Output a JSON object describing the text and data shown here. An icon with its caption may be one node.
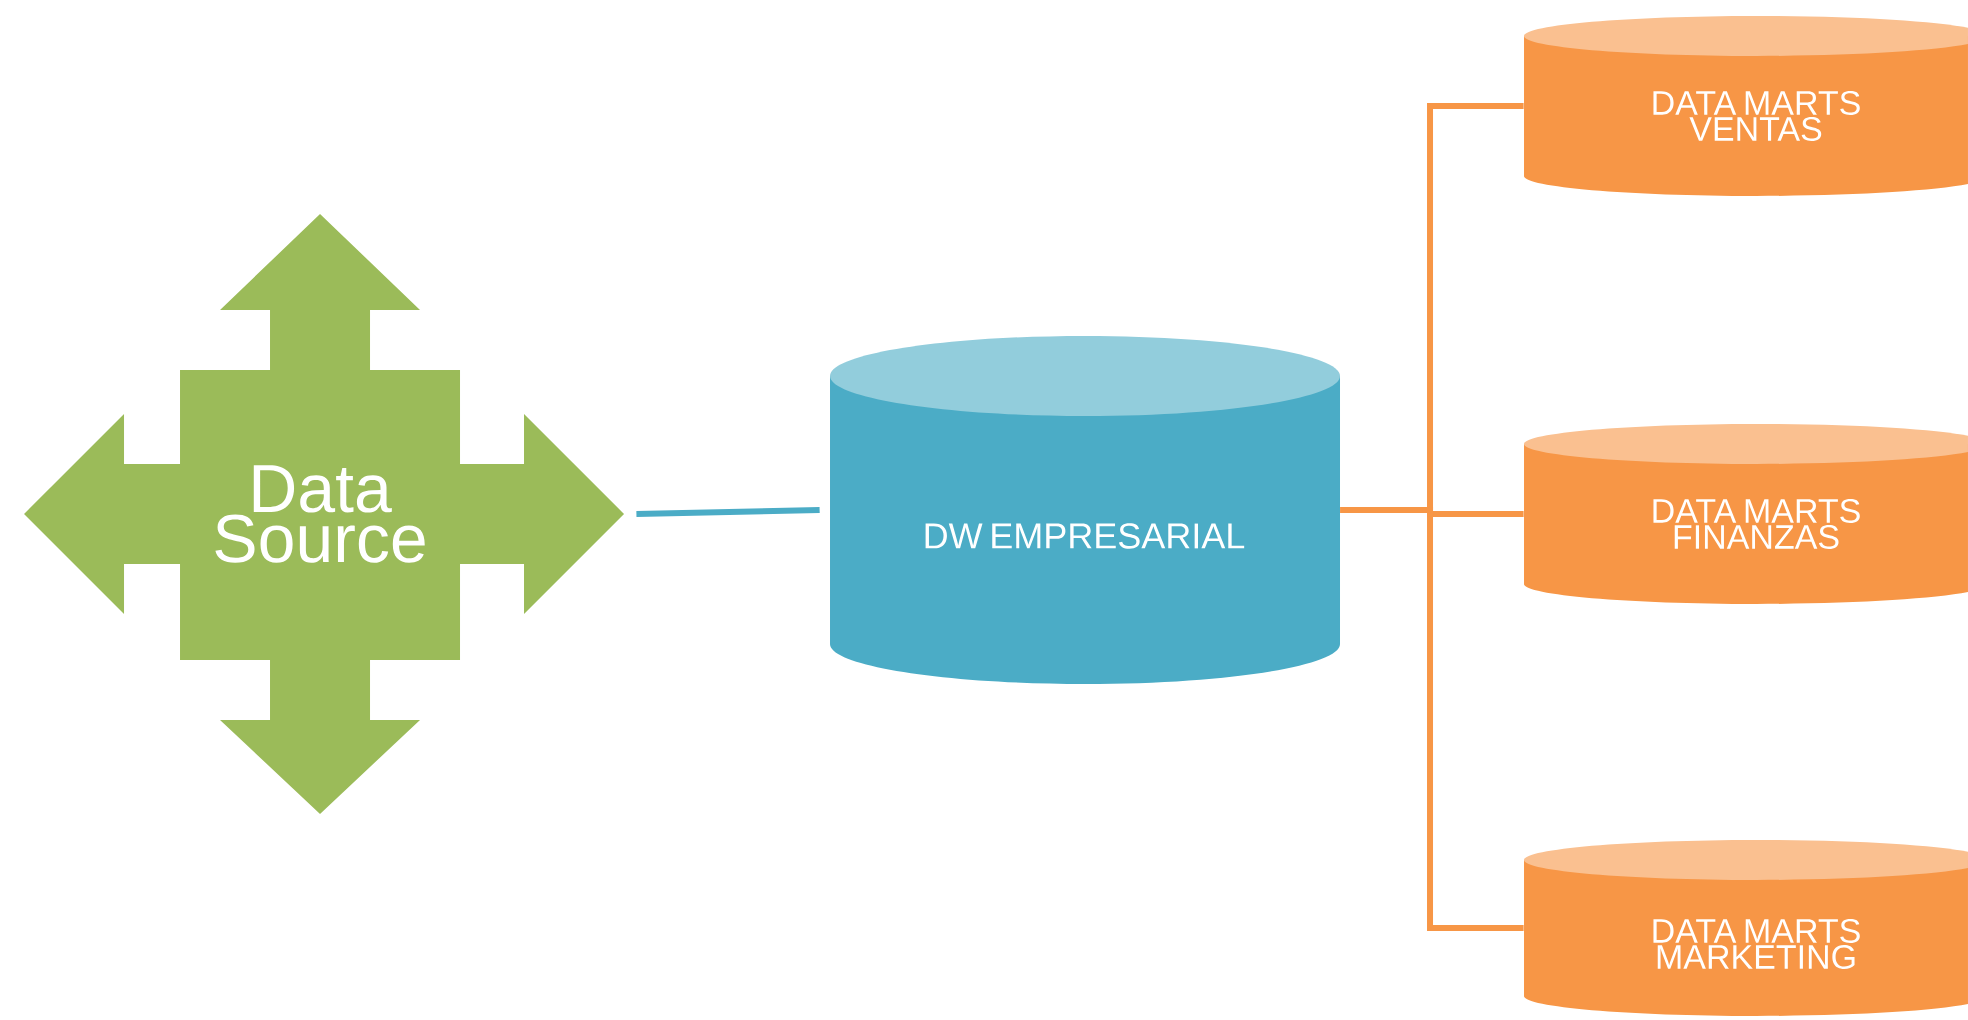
{
  "diagram": {
    "nodes": [
      {
        "text": [
          "Data Source"
        ]
      },
      {
        "text": [
          "DW EMPRESARIAL"
        ]
      },
      {
        "text": [
          "DATA MARTS VENTAS"
        ]
      },
      {
        "text": [
          "DATA MARTS FINANZAS"
        ]
      },
      {
        "text": [
          "DATA MARTS MARKETING"
        ]
      }
    ],
    "edges": [
      {
        "from": 0,
        "to": 1,
        "arrow": "none",
        "color": "#4bacc6"
      },
      {
        "from": 1,
        "to": 2,
        "arrow": "none"
      },
      {
        "from": 1,
        "to": 3,
        "arrow": "none"
      },
      {
        "from": 1,
        "to": 4,
        "arrow": "none"
      }
    ]
  }
}
